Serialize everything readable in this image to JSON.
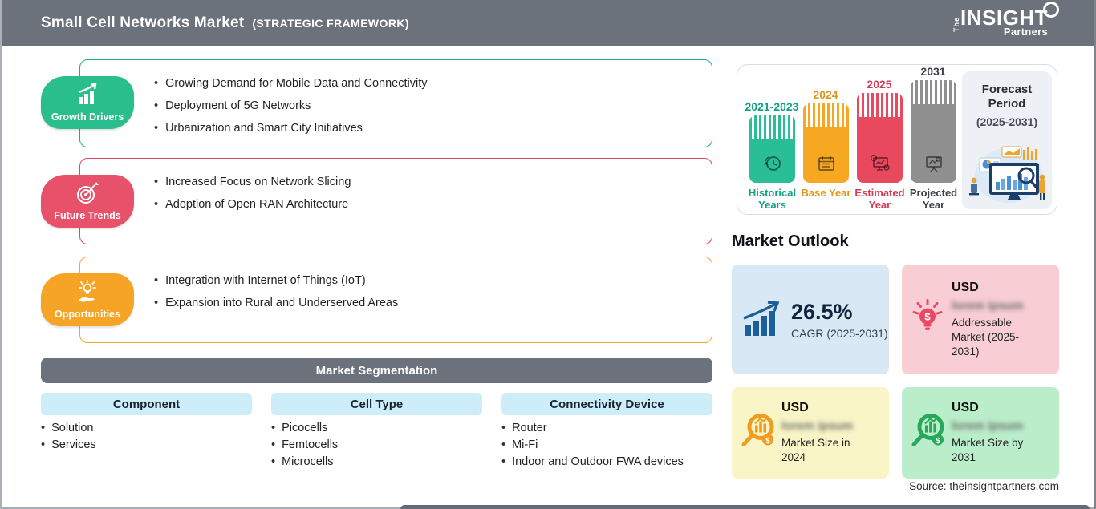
{
  "header": {
    "title": "Small Cell Networks Market",
    "subtitle": "(STRATEGIC FRAMEWORK)",
    "logo": {
      "the": "The",
      "insight": "INSIGHT",
      "partners": "Partners"
    }
  },
  "framework": [
    {
      "label": "Growth Drivers",
      "icon": "growth-chart-icon",
      "color": "#2ABE8D",
      "items": [
        "Growing Demand for Mobile Data and Connectivity",
        "Deployment of 5G Networks",
        "Urbanization and Smart City Initiatives"
      ]
    },
    {
      "label": "Future Trends",
      "icon": "target-icon",
      "color": "#E8516A",
      "items": [
        "Increased Focus on Network Slicing",
        "Adoption of Open RAN Architecture"
      ]
    },
    {
      "label": "Opportunities",
      "icon": "idea-hand-icon",
      "color": "#F5A426",
      "items": [
        "Integration with Internet of Things (IoT)",
        "Expansion into Rural and Underserved Areas"
      ]
    }
  ],
  "segmentation": {
    "title": "Market Segmentation",
    "columns": [
      {
        "header": "Component",
        "items": [
          "Solution",
          "Services"
        ]
      },
      {
        "header": "Cell Type",
        "items": [
          "Picocells",
          "Femtocells",
          "Microcells"
        ]
      },
      {
        "header": "Connectivity Device",
        "items": [
          "Router",
          "Mi-Fi",
          "Indoor and Outdoor FWA devices"
        ]
      }
    ]
  },
  "timeline": {
    "bars": [
      {
        "year": "2021-2023",
        "label": "Historical Years",
        "icon": "clock-icon",
        "color": "#2ABE96"
      },
      {
        "year": "2024",
        "label": "Base Year",
        "icon": "calendar-icon",
        "color": "#F7A823"
      },
      {
        "year": "2025",
        "label": "Estimated Year",
        "icon": "monitor-gear-icon",
        "color": "#E8495F"
      },
      {
        "year": "2031",
        "label": "Projected Year",
        "icon": "presentation-chart-icon",
        "color": "#8F8F8F"
      }
    ],
    "forecast": {
      "title": "Forecast Period",
      "range": "(2025-2031)",
      "illustration": "analytics-illustration"
    }
  },
  "outlook": {
    "title": "Market Outlook",
    "cagr_card": {
      "value": "26.5%",
      "label": "CAGR (2025-2031)",
      "icon": "growth-bars-arrow-icon",
      "bg": "#D8E9F5"
    },
    "cards": [
      {
        "currency": "USD",
        "value_redacted": "lorem ipsum",
        "label": "Addressable Market (2025-2031)",
        "icon": "bulb-dollar-icon",
        "bg": "#F8CDD3"
      },
      {
        "currency": "USD",
        "value_redacted": "lorem ipsum",
        "label": "Market Size in 2024",
        "icon": "magnifier-chart-icon",
        "bg": "#FAF5C6"
      },
      {
        "currency": "USD",
        "value_redacted": "lorem ipsum",
        "label": "Market Size by 2031",
        "icon": "magnifier-chart-icon",
        "bg": "#BAEDCA"
      }
    ],
    "source": "Source: theinsightpartners.com"
  }
}
